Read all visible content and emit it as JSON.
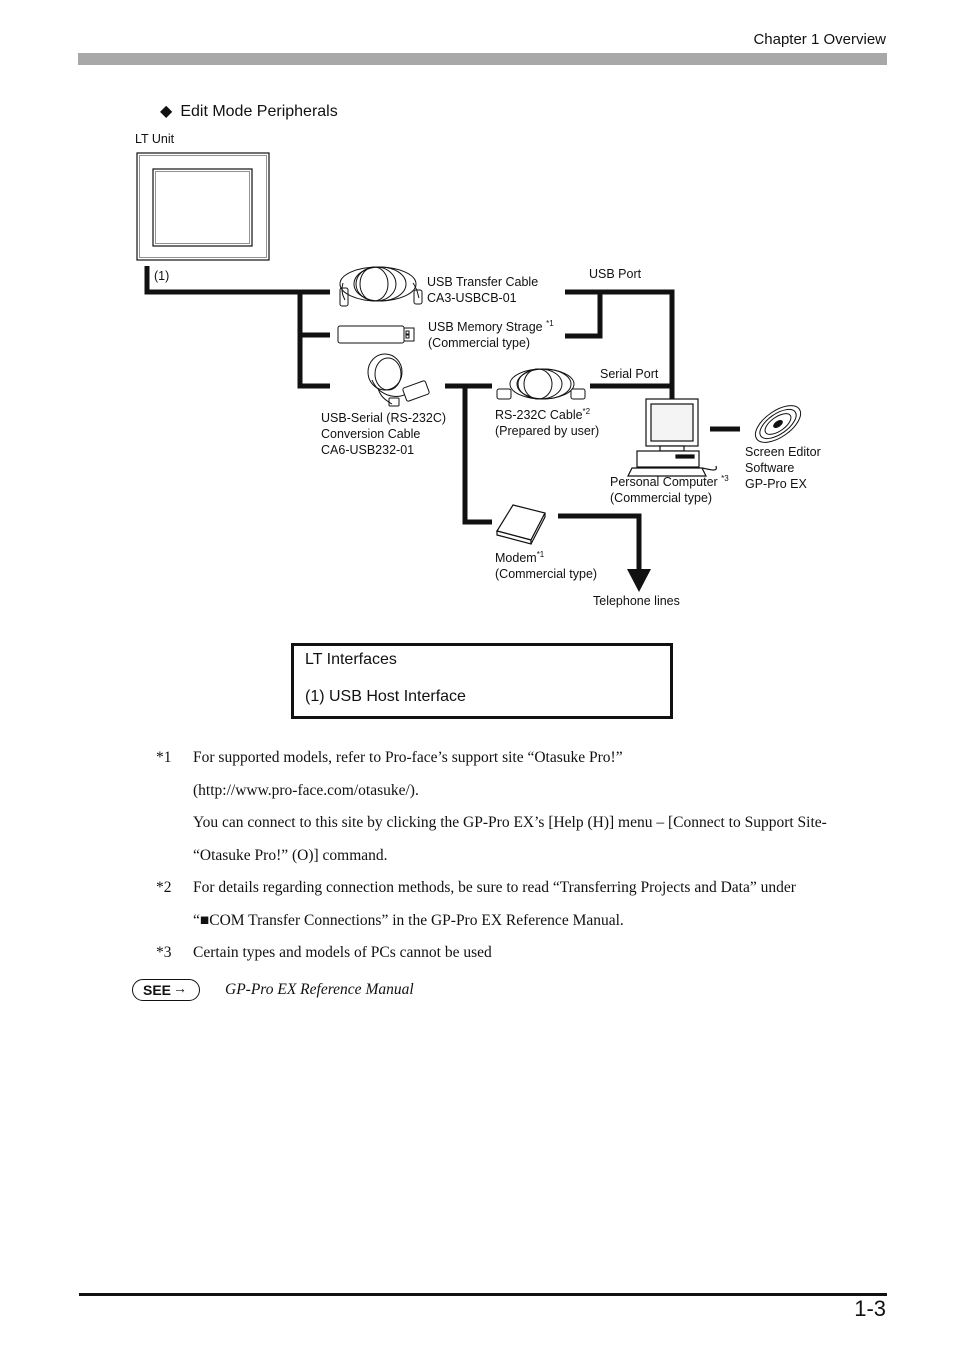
{
  "header": {
    "chapter_title": "Chapter 1 Overview"
  },
  "section": {
    "bullet": "◆",
    "title": "Edit Mode Peripherals"
  },
  "diagram": {
    "lt_unit": "LT Unit",
    "port_1": "(1)",
    "usb_transfer_cable": "USB Transfer Cable\nCA3-USBCB-01",
    "usb_port": "USB Port",
    "usb_memory": "USB Memory Strage ",
    "usb_memory_note": "*1",
    "usb_memory_type": "(Commercial type)",
    "serial_port": "Serial Port",
    "usb_serial": "USB-Serial (RS-232C)\nConversion Cable\nCA6-USB232-01",
    "rs232c": "RS-232C Cable",
    "rs232c_note": "*2",
    "rs232c_type": "(Prepared by user)",
    "pc": "Personal Computer ",
    "pc_note": "*3",
    "pc_type": "(Commercial type)",
    "screen_editor": "Screen Editor\nSoftware\nGP-Pro EX",
    "modem": "Modem",
    "modem_note": "*1",
    "modem_type": "(Commercial type)",
    "telephone": "Telephone lines"
  },
  "interfaces": {
    "title": "LT Interfaces",
    "item1": "(1) USB Host Interface"
  },
  "notes": [
    {
      "num": "*1",
      "text": "For supported models, refer to Pro-face’s support site “Otasuke Pro!”"
    },
    {
      "num": "",
      "text": "(http://www.pro-face.com/otasuke/)."
    },
    {
      "num": "",
      "text": "You can connect to this site by clicking the GP-Pro EX’s [Help (H)] menu – [Connect to Support Site-"
    },
    {
      "num": "",
      "text": "“Otasuke Pro!” (O)] command."
    },
    {
      "num": "*2",
      "text": "For details regarding connection methods, be sure to read “Transferring Projects and Data” under"
    },
    {
      "num": "",
      "text": "“■COM Transfer Connections” in the GP-Pro EX Reference Manual."
    },
    {
      "num": "*3",
      "text": "Certain types and models of PCs cannot be used"
    }
  ],
  "see": {
    "badge": "SEE",
    "arrow": "→",
    "reference": "GP-Pro EX Reference Manual"
  },
  "footer": {
    "page_number": "1-3"
  }
}
